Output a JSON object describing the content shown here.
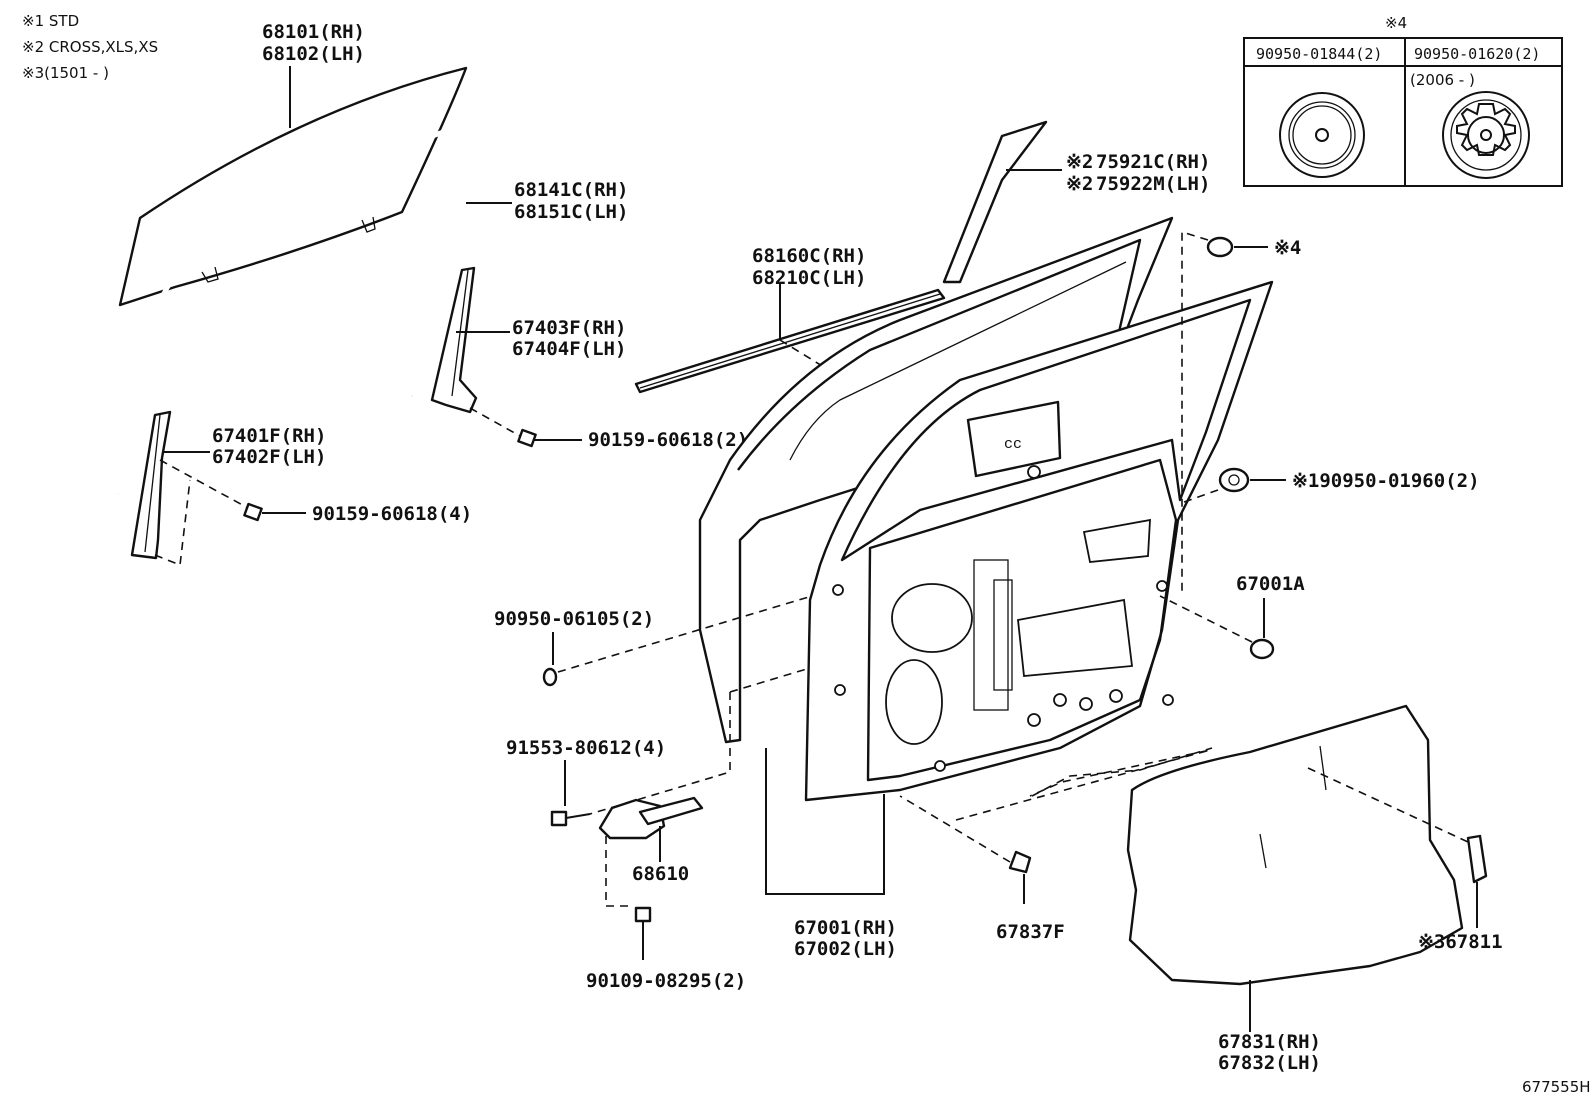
{
  "notes": {
    "n1": "※1 STD",
    "n2": "※2 CROSS,XLS,XS",
    "n3": "※3(1501 -    )"
  },
  "inset": {
    "title": "※4",
    "col1": "90950-01844(2)",
    "col2": "90950-01620(2)",
    "col2_sub": "(2006 -      )"
  },
  "labels": {
    "glass_rh": "68101(RH)",
    "glass_lh": "68102(LH)",
    "run_rh": "68141C(RH)",
    "run_lh": "68151C(LH)",
    "garnish_rh": "75921C(RH)",
    "garnish_lh": "75922M(LH)",
    "garnish_prefix": "※2",
    "belt_rh": "68160C(RH)",
    "belt_lh": "68210C(LH)",
    "chan_f_rh": "67403F(RH)",
    "chan_f_lh": "67404F(LH)",
    "chan_r_rh": "67401F(RH)",
    "chan_r_lh": "67402F(LH)",
    "bolt_a": "90159-60618(2)",
    "bolt_b": "90159-60618(4)",
    "clip4": "※4",
    "clip1": "※190950-01960(2)",
    "plug_a": "67001A",
    "plug_b": "90950-06105(2)",
    "bolt_c": "91553-80612(4)",
    "check": "68610",
    "bolt_d": "90109-08295(2)",
    "door_rh": "67001(RH)",
    "door_lh": "67002(LH)",
    "clip_f": "67837F",
    "seal_rh": "67831(RH)",
    "seal_lh": "67832(LH)",
    "pad": "※367811",
    "figure_id": "677555H"
  }
}
